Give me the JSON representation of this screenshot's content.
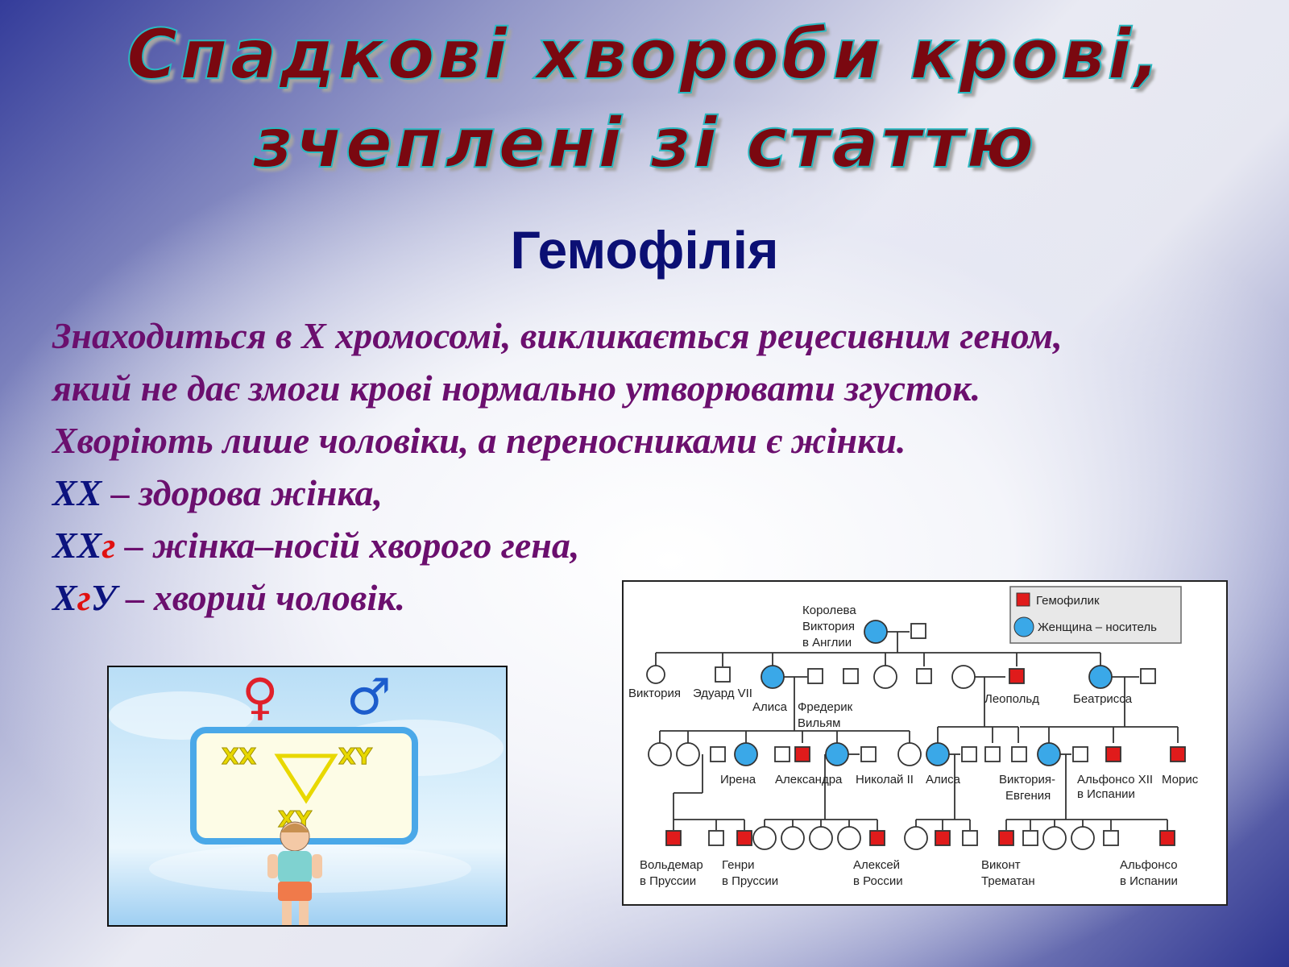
{
  "title": {
    "line1": "Спадкові хвороби крові,",
    "line2": "зчеплені зі статтю"
  },
  "subtitle": "Гемофілія",
  "body": {
    "line1": "Знаходиться в Х хромосомі, викликається рецесивним геном,",
    "line2": "який не дає змоги крові нормально утворювати згусток.",
    "line3": "Хворіють лише чоловіки, а переносниками є жінки.",
    "g1": {
      "genotype": "ХХ",
      "desc": " – здорова жінка,"
    },
    "g2": {
      "genotype": "ХХ",
      "gene": "г",
      "desc": " – жінка–носій хворого гена,"
    },
    "g3": {
      "genotype_a": "Х",
      "gene": "г",
      "genotype_b": "У",
      "desc": " – хворий чоловік."
    }
  },
  "child_image": {
    "female_symbol": "♀",
    "male_symbol": "♂",
    "xx": "XX",
    "xy_right": "XY",
    "xy_bottom": "XY"
  },
  "pedigree": {
    "legend": {
      "affected": "Гемофилик",
      "carrier": "Женщина – носитель"
    },
    "people": {
      "queen_l1": "Королева",
      "queen_l2": "Виктория",
      "queen_l3": "в Англии",
      "viktoria": "Виктория",
      "eduard": "Эдуард VII",
      "alisa1": "Алиса",
      "frederik_l1": "Фредерик",
      "frederik_l2": "Вильям",
      "leopold": "Леопольд",
      "beatrissa": "Беатрисса",
      "irena": "Ирена",
      "aleksandra": "Александра",
      "nikolai": "Николай II",
      "alisa2": "Алиса",
      "viktoria_ev_l1": "Виктория-",
      "viktoria_ev_l2": "Евгения",
      "alfonso12_l1": "Альфонсо XII",
      "alfonso12_l2": "в Испании",
      "moris": "Морис",
      "voldemar_l1": "Вольдемар",
      "voldemar_l2": "в Пруссии",
      "genri_l1": "Генри",
      "genri_l2": "в Пруссии",
      "aleksei_l1": "Алексей",
      "aleksei_l2": "в России",
      "viskont_l1": "Виконт",
      "viskont_l2": "Трематан",
      "alfonso_l1": "Альфонсо",
      "alfonso_l2": "в Испании"
    },
    "colors": {
      "affected": "#e01b1b",
      "carrier": "#3aa8e8"
    }
  }
}
